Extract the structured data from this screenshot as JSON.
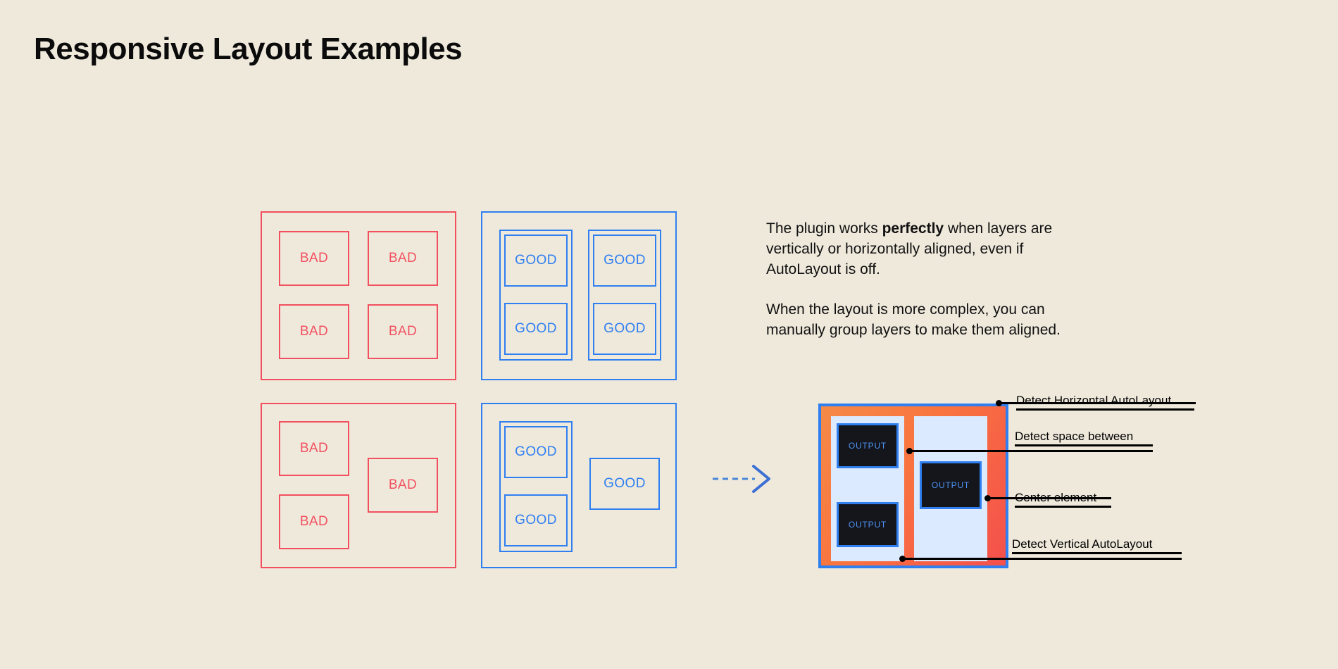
{
  "page": {
    "title": "Responsive Layout Examples",
    "background_color": "#efe9dc",
    "bad_color": "#f2505f",
    "good_color": "#2f7ff0"
  },
  "examples": {
    "bad_label": "BAD",
    "good_label": "GOOD",
    "panels": [
      {
        "name": "bad-grid-aligned",
        "kind": "bad",
        "cells": [
          "BAD",
          "BAD",
          "BAD",
          "BAD"
        ]
      },
      {
        "name": "good-grid-aligned",
        "kind": "good",
        "cells": [
          "GOOD",
          "GOOD",
          "GOOD",
          "GOOD"
        ]
      },
      {
        "name": "bad-grid-staggered",
        "kind": "bad",
        "cells": [
          "BAD",
          "BAD",
          "BAD"
        ]
      },
      {
        "name": "good-grid-staggered",
        "kind": "good",
        "cells": [
          "GOOD",
          "GOOD",
          "GOOD"
        ]
      }
    ]
  },
  "description": {
    "paragraph_1_part_1": "The plugin works ",
    "paragraph_1_bold": "perfectly",
    "paragraph_1_part_2": " when layers are vertically or horizontally aligned, even if AutoLayout is off.",
    "paragraph_2": "When the layout is more complex, you can manually group layers to make them aligned."
  },
  "output_mock": {
    "box_label": "OUTPUT",
    "boxes": [
      "OUTPUT",
      "OUTPUT",
      "OUTPUT"
    ],
    "frame_border_color": "#2f7ff0",
    "fill_start_color": "#f58a47",
    "fill_end_color": "#f4504c",
    "panel_color": "#dbeafe",
    "box_fill_color": "#14161c",
    "box_text_color": "#4f93f5"
  },
  "callouts": [
    {
      "name": "detect-horizontal-autolayout",
      "label": "Detect Horizontal AutoLayout"
    },
    {
      "name": "detect-space-between",
      "label": "Detect space between"
    },
    {
      "name": "center-element",
      "label": "Center element"
    },
    {
      "name": "detect-vertical-autolayout",
      "label": "Detect Vertical AutoLayout"
    }
  ],
  "arrow": {
    "name": "flow-arrow",
    "style": "dashed-right",
    "color": "#2f7ff0"
  }
}
